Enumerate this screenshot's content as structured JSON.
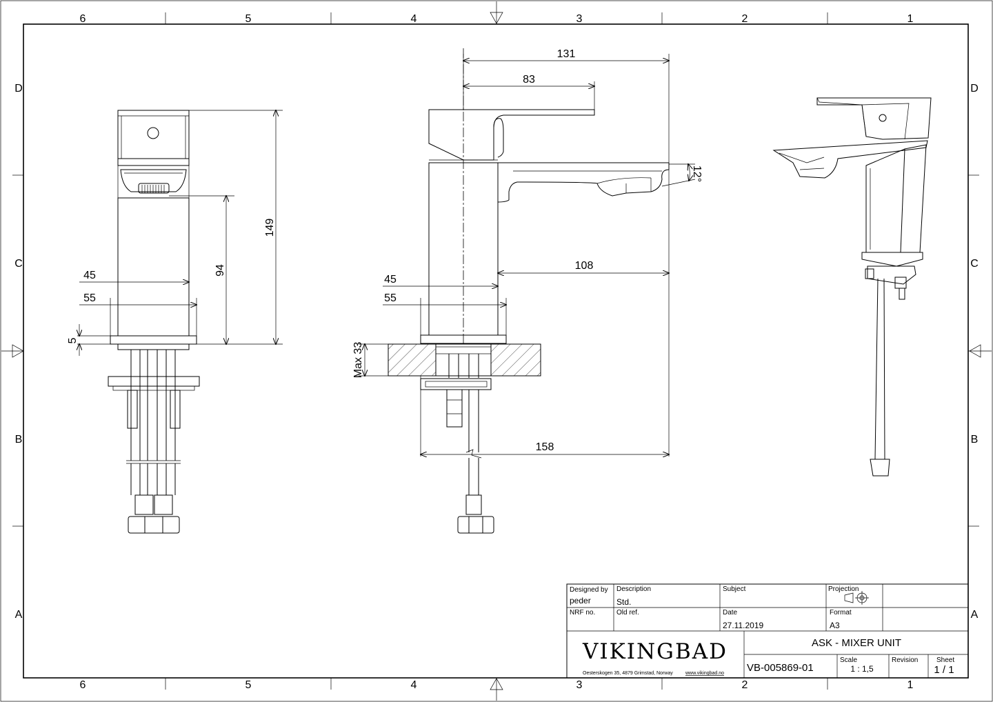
{
  "grid": {
    "columns_top": [
      "6",
      "5",
      "4",
      "3",
      "2",
      "1"
    ],
    "columns_bottom": [
      "6",
      "5",
      "4",
      "3",
      "2",
      "1"
    ],
    "rows_left": [
      "D",
      "C",
      "B",
      "A"
    ],
    "rows_right": [
      "D",
      "C",
      "B",
      "A"
    ]
  },
  "dimensions": {
    "side_view": {
      "total_height": "149",
      "spout_height": "94",
      "body_width": "45",
      "base_width": "55",
      "base_thickness": "5"
    },
    "front_view": {
      "overall_depth": "131",
      "handle_length": "83",
      "spout_angle": "12°",
      "spout_reach": "108",
      "body_width": "45",
      "base_width": "55",
      "max_deck": "Max 33",
      "hose_reach": "158"
    }
  },
  "title_block": {
    "designed_by_label": "Designed by",
    "designed_by": "peder",
    "description_label": "Description",
    "description": "Std.",
    "subject_label": "Subject",
    "subject": "",
    "projection_label": "Projection",
    "nrf_label": "NRF no.",
    "nrf": "",
    "old_ref_label": "Old ref.",
    "old_ref": "",
    "date_label": "Date",
    "date": "27.11.2019",
    "format_label": "Format",
    "format": "A3",
    "logo": "VIKINGBAD",
    "address": "Oesterskogen 35, 4879 Grimstad, Norway",
    "website": "www.vikingbad.no",
    "title": "ASK - MIXER UNIT",
    "drawing_number": "VB-005869-01",
    "scale_label": "Scale",
    "scale": "1 : 1,5",
    "revision_label": "Revision",
    "revision": "",
    "sheet_label": "Sheet",
    "sheet": "1 / 1"
  }
}
